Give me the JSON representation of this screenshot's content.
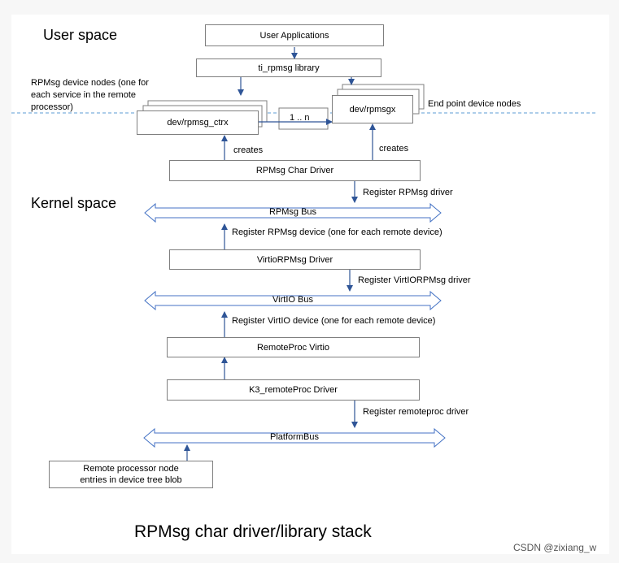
{
  "user_space_label": "User space",
  "kernel_space_label": "Kernel space",
  "boxes": {
    "user_apps": "User Applications",
    "ti_lib": "ti_rpmsg library",
    "ctrl_node": "dev/rpmsg_ctrx",
    "ept_node": "dev/rpmsgx",
    "multiplicity": "1 .. n",
    "char_driver": "RPMsg Char Driver",
    "virtio_rpmsg": "VirtioRPMsg Driver",
    "remoteproc_virtio": "RemoteProc  Virtio",
    "k3_driver": "K3_remoteProc  Driver",
    "dt_nodes_line1": "Remote  processor node",
    "dt_nodes_line2": "entries in device tree blob"
  },
  "notes": {
    "device_nodes_line1": "RPMsg device nodes (one for",
    "device_nodes_line2": "each service in the remote",
    "device_nodes_line3": "processor)",
    "endpoint_nodes": "End point device nodes",
    "creates_left": "creates",
    "creates_right": "creates",
    "reg_rpmsg_driver": "Register RPMsg driver",
    "reg_rpmsg_device": "Register RPMsg device (one for each remote device)",
    "reg_virtio_rpmsg_driver": "Register VirtIORPMsg driver",
    "reg_virtio_device": "Register VirtIO device (one for each remote device)",
    "reg_remoteproc_driver": "Register remoteproc  driver"
  },
  "buses": {
    "rpmsg_bus": "RPMsg Bus",
    "virtio_bus": "VirtIO Bus",
    "platform_bus": "PlatformBus"
  },
  "caption": "RPMsg char driver/library stack",
  "watermark": "CSDN @zixiang_w",
  "colors": {
    "arrow": "#2f5597",
    "box_border": "#7f7f7f",
    "bus_outline": "#4472c4",
    "divider": "#5b9bd5"
  }
}
